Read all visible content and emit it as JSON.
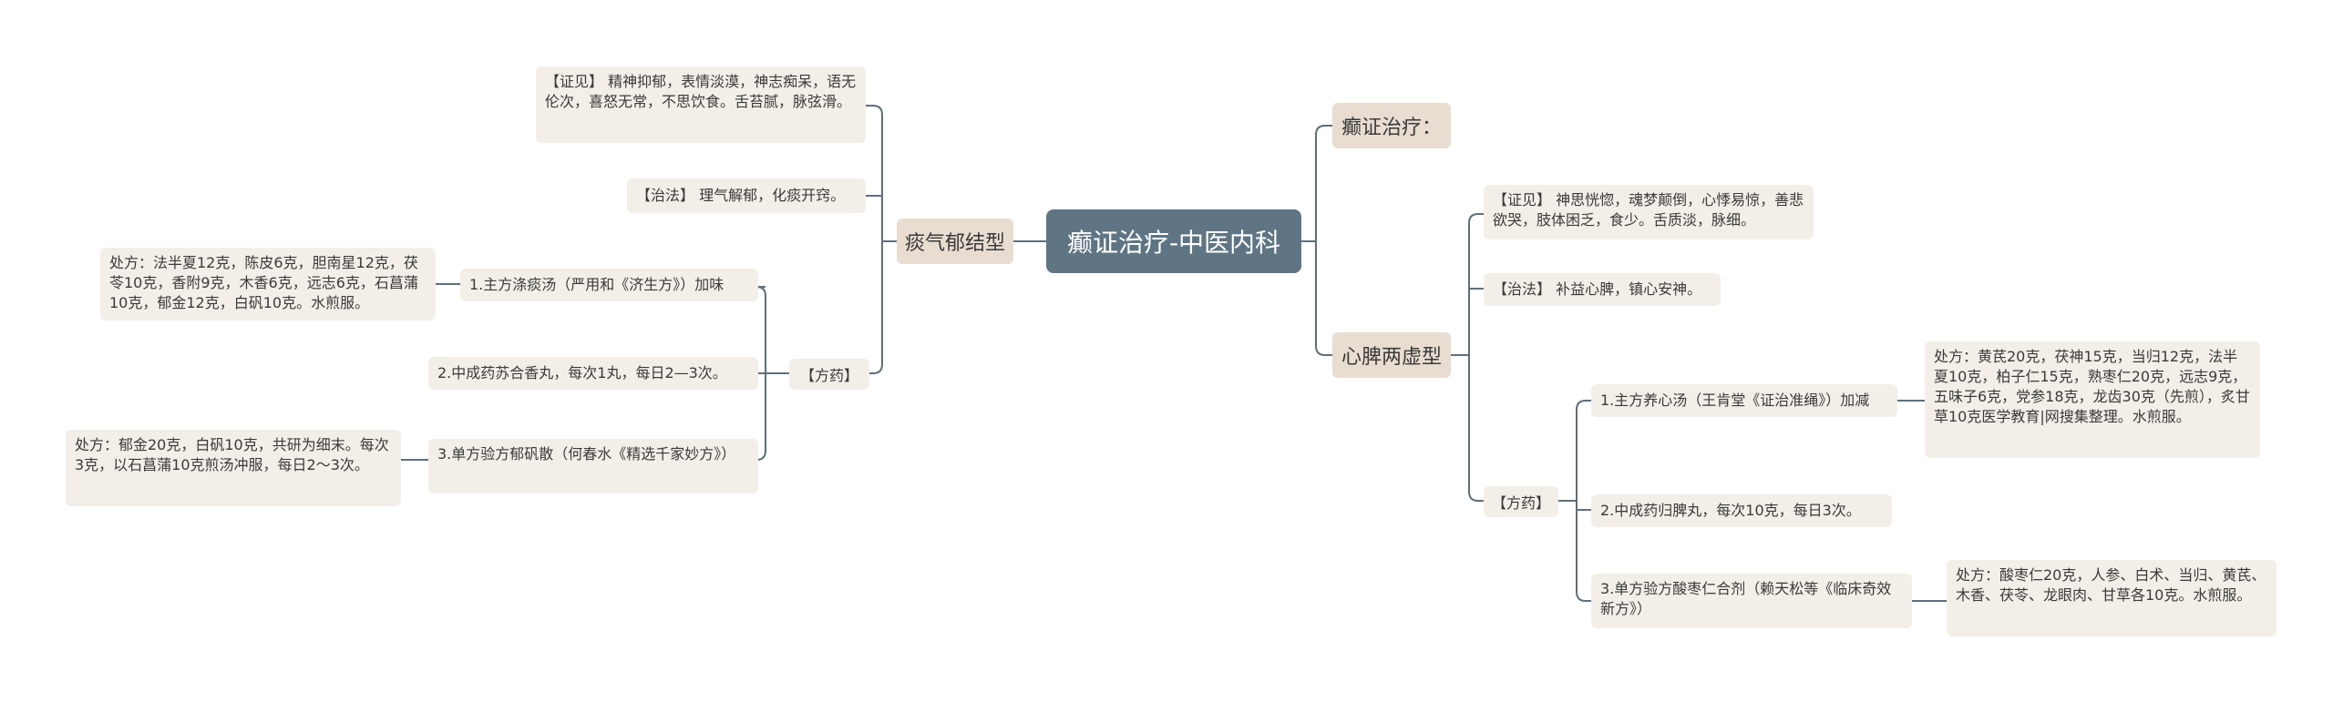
{
  "root": {
    "label": "癫证治疗-中医内科"
  },
  "left": {
    "branch": {
      "label": "痰气郁结型",
      "zhengjian": "【证见】 精神抑郁，表情淡漠，神志痴呆，语无伦次，喜怒无常，不思饮食。舌苔腻，脉弦滑。",
      "zhifa": "【治法】 理气解郁，化痰开窍。",
      "fangyao": {
        "label": "【方药】",
        "items": [
          {
            "label": "1.主方涤痰汤（严用和《济生方》）加味",
            "detail": "处方：法半夏12克，陈皮6克，胆南星12克，茯苓10克，香附9克，木香6克，远志6克，石菖蒲10克，郁金12克，白矾10克。水煎服。"
          },
          {
            "label": "2.中成药苏合香丸，每次1丸，每日2—3次。"
          },
          {
            "label": "3.单方验方郁矾散（何春水《精选千家妙方》）",
            "detail": "处方：郁金20克，白矾10克，共研为细末。每次3克，以石菖蒲10克煎汤冲服，每日2～3次。"
          }
        ]
      }
    }
  },
  "right": {
    "branch1": {
      "label": "癫证治疗："
    },
    "branch2": {
      "label": "心脾两虚型",
      "zhengjian": "【证见】 神思恍惚，魂梦颠倒，心悸易惊，善悲欲哭，肢体困乏，食少。舌质淡，脉细。",
      "zhifa": "【治法】 补益心脾，镇心安神。",
      "fangyao": {
        "label": "【方药】",
        "items": [
          {
            "label": "1.主方养心汤（王肯堂《证治准绳》）加减",
            "detail": "处方：黄芪20克，茯神15克，当归12克，法半夏10克，柏子仁15克，熟枣仁20克，远志9克，五味子6克，党参18克，龙齿30克（先煎），炙甘草10克医学教育|网搜集整理。水煎服。"
          },
          {
            "label": "2.中成药归脾丸，每次10克，每日3次。"
          },
          {
            "label": "3.单方验方酸枣仁合剂（赖天松等《临床奇效新方》）",
            "detail": "处方：酸枣仁20克，人参、白术、当归、黄芪、木香、茯苓、龙眼肉、甘草各10克。水煎服。"
          }
        ]
      }
    }
  },
  "colors": {
    "root_bg": "#5f7583",
    "branch_bg": "#e8ddd0",
    "leaf_bg": "#f3efe8",
    "line": "#5f6f7a"
  }
}
